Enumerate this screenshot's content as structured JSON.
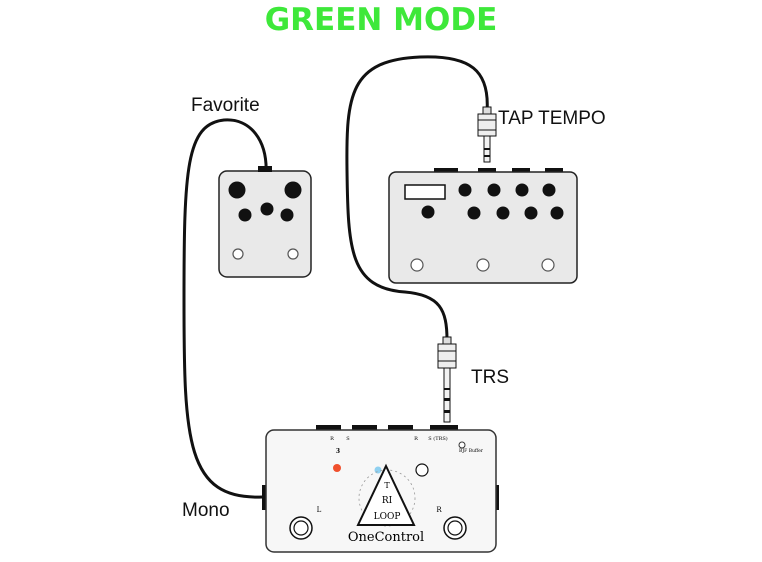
{
  "title": "GREEN MODE",
  "colors": {
    "title": "#3ee83a",
    "led_red": "#f0502d",
    "led_blue": "#8fd0f0"
  },
  "labels": {
    "favorite": "Favorite",
    "tap_tempo": "TAP TEMPO",
    "trs": "TRS",
    "mono": "Mono"
  },
  "device": {
    "brand": "OneControl",
    "logo": "TRI LOOP",
    "jack_labels": [
      "R",
      "S",
      "R",
      "S (TRS)"
    ],
    "led_label": "3",
    "footswitch_labels": [
      "L",
      "R"
    ],
    "buffer_label": "BJF Buffer"
  }
}
